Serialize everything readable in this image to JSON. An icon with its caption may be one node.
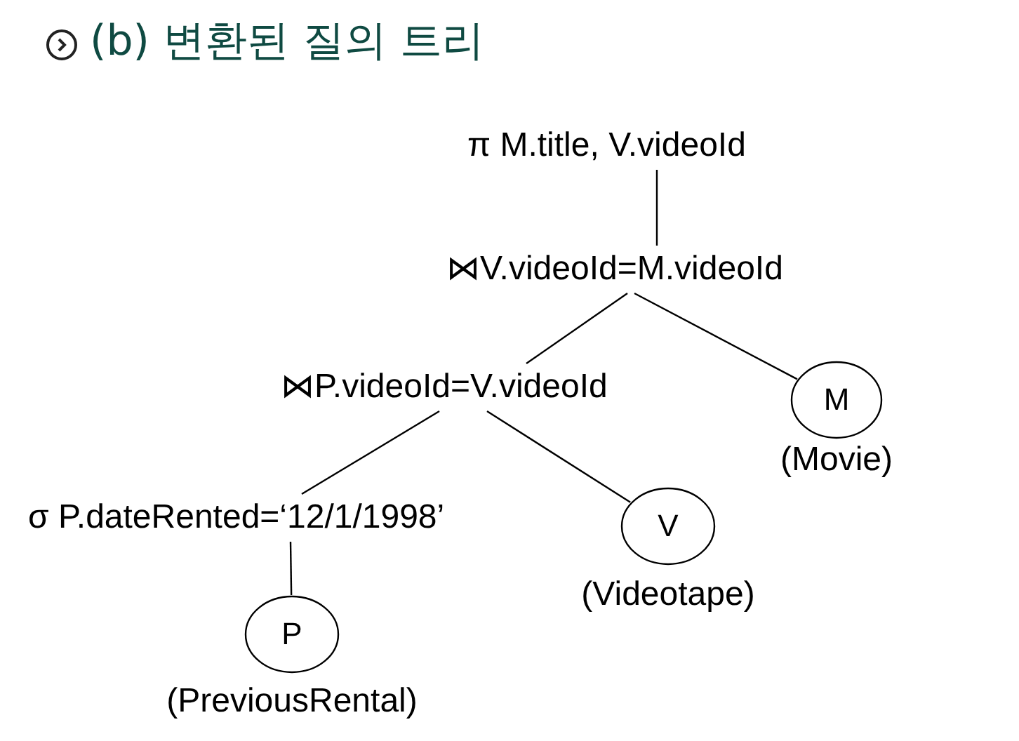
{
  "diagram": {
    "title": "(b) 변환된 질의 트리",
    "nodes": [
      {
        "text": [
          "π M.title, V.videoId"
        ]
      },
      {
        "text": [
          "⋈V.videoId=M.videoId"
        ]
      },
      {
        "text": [
          "⋈P.videoId=V.videoId"
        ]
      },
      {
        "text": [
          "M"
        ],
        "beside": [
          "(Movie)"
        ]
      },
      {
        "text": [
          "σ P.dateRented=‘12/1/1998’"
        ]
      },
      {
        "text": [
          "V"
        ],
        "beside": [
          "(Videotape)"
        ]
      },
      {
        "text": [
          "P"
        ],
        "beside": [
          "(PreviousRental)"
        ]
      }
    ],
    "edges": [
      {
        "from": 0,
        "to": 1,
        "arrow": "none"
      },
      {
        "from": 1,
        "to": 2,
        "arrow": "none"
      },
      {
        "from": 1,
        "to": 3,
        "arrow": "none"
      },
      {
        "from": 2,
        "to": 4,
        "arrow": "none"
      },
      {
        "from": 2,
        "to": 5,
        "arrow": "none"
      },
      {
        "from": 4,
        "to": 6,
        "arrow": "none"
      }
    ]
  }
}
